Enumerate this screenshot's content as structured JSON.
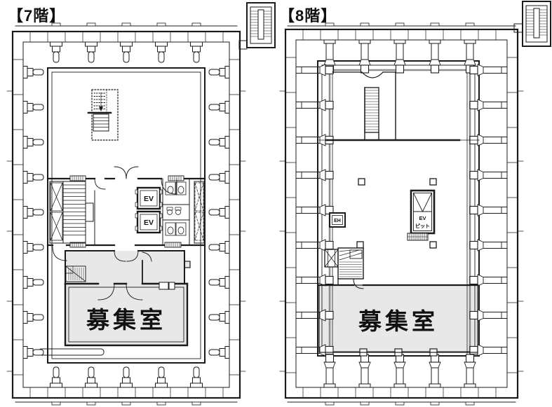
{
  "page": {
    "background": "#ffffff"
  },
  "colors": {
    "line": "#1b1b1b",
    "colonnade": "#8f8f8f",
    "room_fill": "#e8e8e8",
    "text": "#111111"
  },
  "floors": [
    {
      "id": "7f",
      "label": "【7階】",
      "room_label": "募集室"
    },
    {
      "id": "8f",
      "label": "【8階】",
      "room_label": "募集室"
    }
  ],
  "labels": {
    "elevator": "EV",
    "elevator_hall": "EH",
    "ev_pit_top": "EV",
    "ev_pit_bottom": "ピット"
  }
}
